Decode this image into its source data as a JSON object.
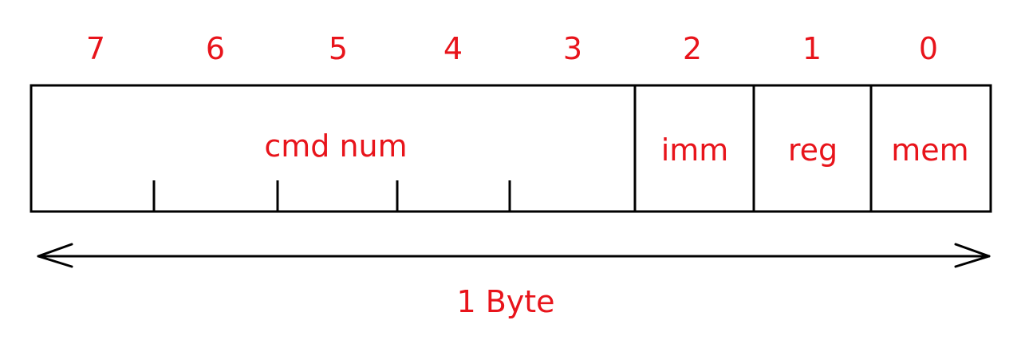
{
  "diagram": {
    "bits": [
      "7",
      "6",
      "5",
      "4",
      "3",
      "2",
      "1",
      "0"
    ],
    "fields": [
      {
        "id": "cmd",
        "label": "cmd num"
      },
      {
        "id": "imm",
        "label": "imm"
      },
      {
        "id": "reg",
        "label": "reg"
      },
      {
        "id": "mem",
        "label": "mem"
      }
    ],
    "size_label": "1 Byte",
    "colors": {
      "label": "#e8141b",
      "line": "#000000"
    }
  }
}
